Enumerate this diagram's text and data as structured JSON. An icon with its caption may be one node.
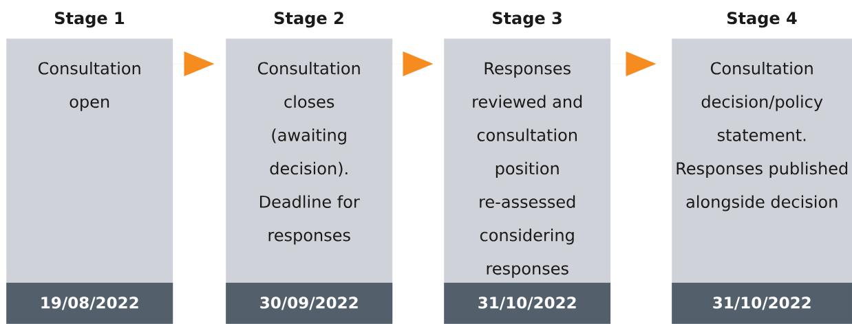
{
  "diagram": {
    "nodes": [
      {
        "text": [
          "Stage 1",
          "Consultation open"
        ]
      },
      {
        "text": [
          "19/08/2022"
        ],
        "in": 0
      },
      {
        "text": [
          "Stage 2",
          "Consultation closes (awaiting decision). Deadline for responses"
        ]
      },
      {
        "text": [
          "30/09/2022"
        ],
        "in": 2
      },
      {
        "text": [
          "Stage 3",
          "Responses reviewed and consultation position re-assessed considering responses"
        ]
      },
      {
        "text": [
          "31/10/2022"
        ],
        "in": 4
      },
      {
        "text": [
          "Stage 4",
          "Consultation decision/policy statement. Responses published alongside decision"
        ]
      },
      {
        "text": [
          "31/10/2022"
        ],
        "in": 6
      }
    ],
    "edges": [
      {
        "from": 0,
        "to": 2,
        "arrow": "to"
      },
      {
        "from": 2,
        "to": 4,
        "arrow": "to"
      },
      {
        "from": 4,
        "to": 6,
        "arrow": "to"
      }
    ]
  }
}
